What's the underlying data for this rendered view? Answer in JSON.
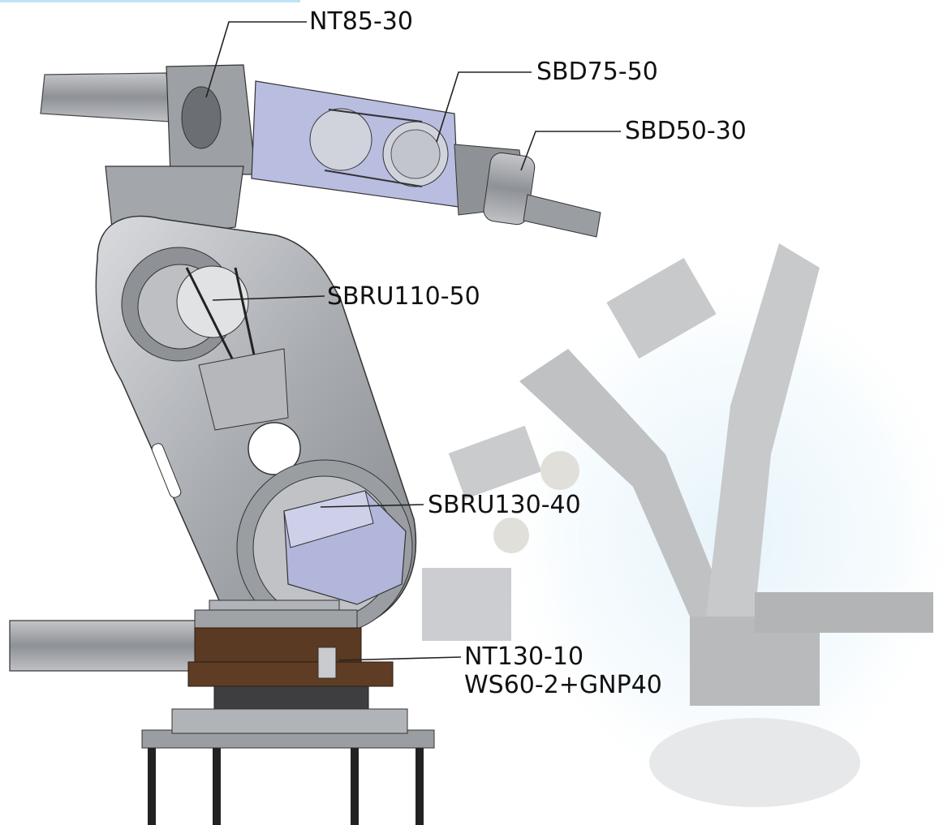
{
  "labels": {
    "nt85": "NT85-30",
    "sbd75": "SBD75-50",
    "sbd50": "SBD50-30",
    "sbru110": "SBRU110-50",
    "sbru130": "SBRU130-40",
    "nt130": "NT130-10",
    "ws60": "WS60-2+GNP40"
  },
  "colors": {
    "metal": "#a9acb1",
    "metal_dark": "#6d7076",
    "metal_light": "#d6d8db",
    "blue_plate": "#b9bde0",
    "base_brown": "#5a3a22",
    "glow": "#cfe9f6"
  }
}
